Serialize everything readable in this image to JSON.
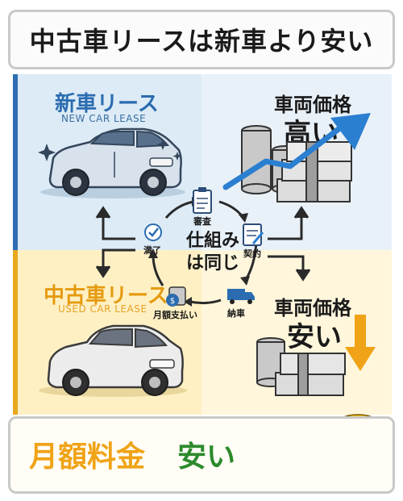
{
  "title": "中古車リースは新車より安い",
  "new_car": {
    "title": "新車リース",
    "subtitle": "NEW CAR LEASE"
  },
  "used_car": {
    "title": "中古車リース",
    "subtitle": "USED CAR LEASE"
  },
  "price_high": {
    "line1": "車両価格",
    "line2": "高い"
  },
  "price_low": {
    "line1": "車両価格",
    "line2": "安い"
  },
  "cycle": {
    "center_line1": "仕組み",
    "center_line2": "は同じ",
    "steps": [
      "審査",
      "契約",
      "納車",
      "月額支払い",
      "満了"
    ]
  },
  "bottom": {
    "fee_label": "月額料金",
    "fee_cheap": "安い"
  },
  "colors": {
    "new_blue": "#2b6cb0",
    "used_orange": "#e59b10",
    "cheap_green": "#2c8a2c",
    "arrow_up_blue": "#2b7fd0",
    "arrow_down_orange": "#f0a317"
  },
  "icons": [
    "new-car-icon",
    "used-car-icon",
    "coins-icon",
    "money-stack-icon",
    "clipboard-icon",
    "contract-icon",
    "truck-icon",
    "payment-icon",
    "check-icon",
    "checkmark-icon",
    "sparkle-icon"
  ]
}
